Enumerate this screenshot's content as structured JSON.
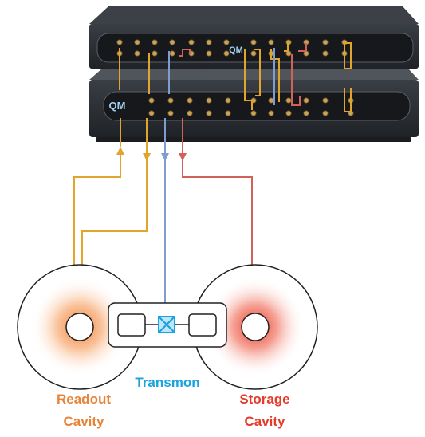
{
  "device": {
    "brand_logo_text": "QM"
  },
  "labels": {
    "transmon": "Transmon",
    "readout_line1": "Readout",
    "readout_line2": "Cavity",
    "storage_line1": "Storage",
    "storage_line2": "Cavity"
  },
  "colors": {
    "orange_line": "#e0a52a",
    "blue_line": "#7e9ed0",
    "red_line": "#d0625a",
    "transmon_text": "#1aa3df",
    "readout_text": "#e8843a",
    "storage_text": "#e63b2a",
    "chassis": "#2b2e33"
  },
  "icons": {
    "transmon_junction": "x-box-icon"
  }
}
